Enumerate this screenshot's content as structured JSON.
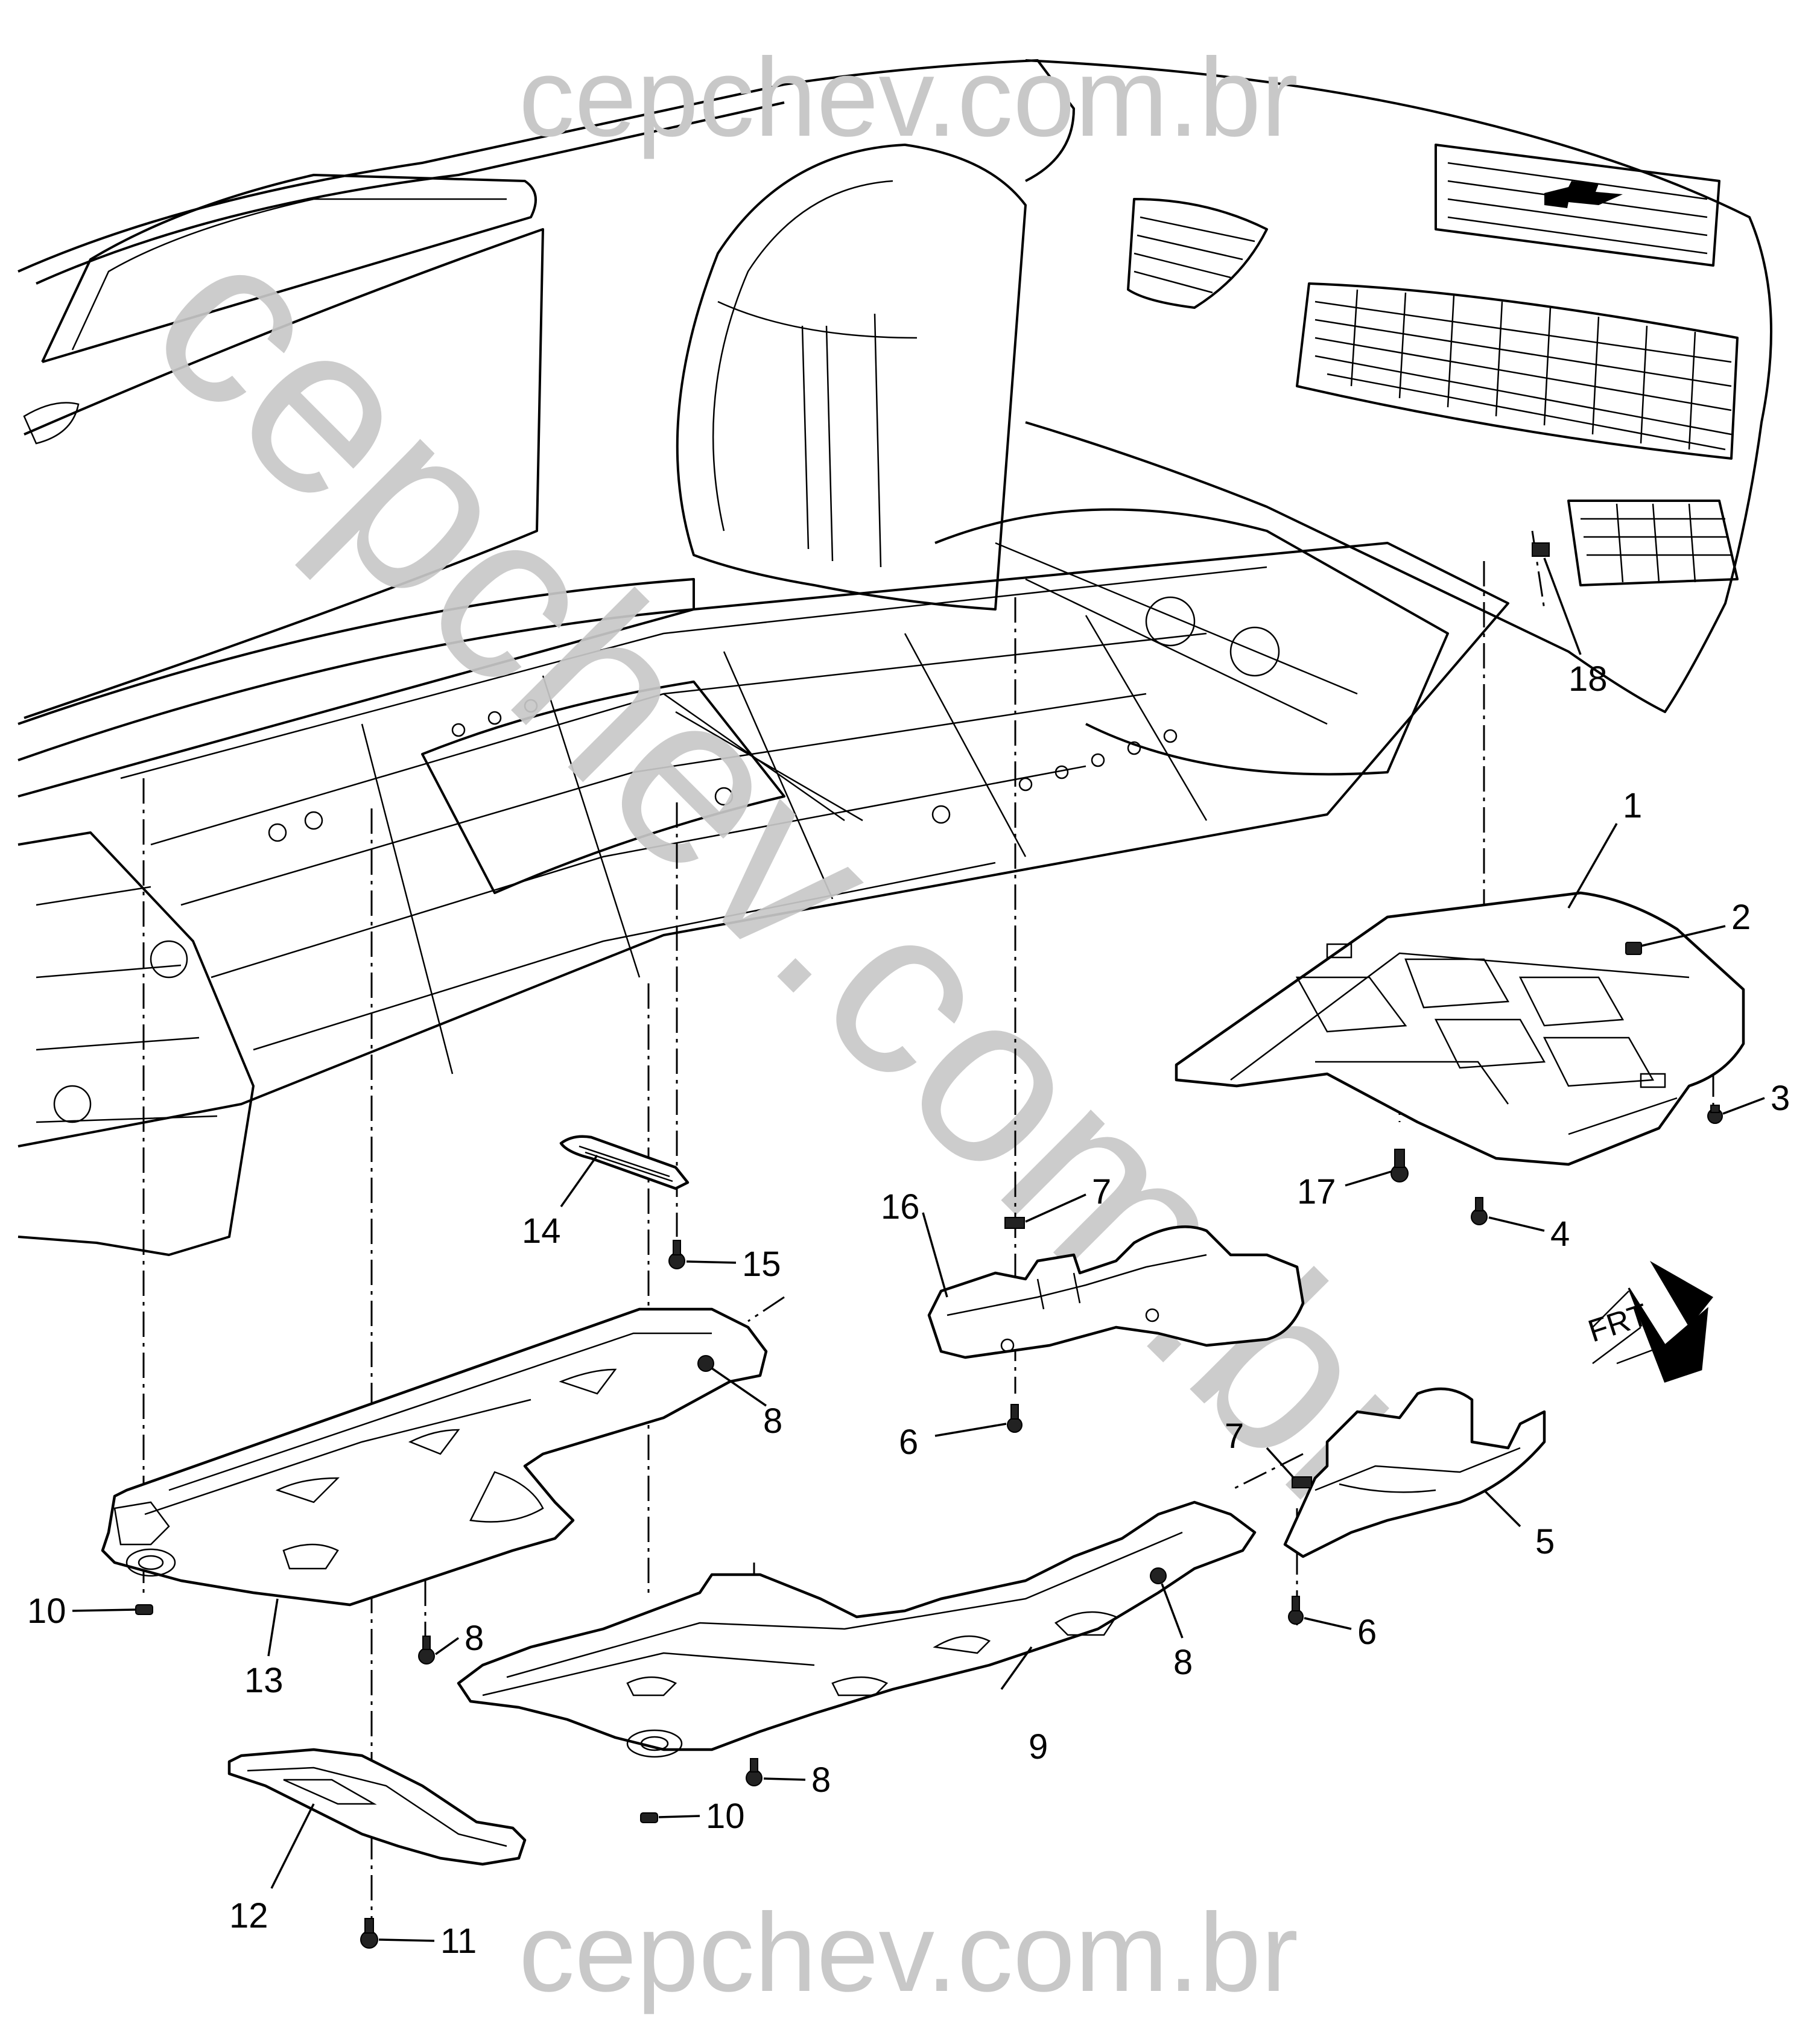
{
  "watermark": {
    "top": "cepchev.com.br",
    "bottom": "cepchev.com.br",
    "diagonal": "cepchev.com.br",
    "color": "#c8c8c8"
  },
  "orientation": {
    "label": "FRT",
    "icon": "front-direction-arrow-icon"
  },
  "callouts": [
    {
      "id": "1",
      "text": "1"
    },
    {
      "id": "2",
      "text": "2"
    },
    {
      "id": "3",
      "text": "3"
    },
    {
      "id": "4",
      "text": "4"
    },
    {
      "id": "5",
      "text": "5"
    },
    {
      "id": "6a",
      "text": "6"
    },
    {
      "id": "6b",
      "text": "6"
    },
    {
      "id": "7a",
      "text": "7"
    },
    {
      "id": "7b",
      "text": "7"
    },
    {
      "id": "8a",
      "text": "8"
    },
    {
      "id": "8b",
      "text": "8"
    },
    {
      "id": "8c",
      "text": "8"
    },
    {
      "id": "8d",
      "text": "8"
    },
    {
      "id": "9",
      "text": "9"
    },
    {
      "id": "10a",
      "text": "10"
    },
    {
      "id": "10b",
      "text": "10"
    },
    {
      "id": "11",
      "text": "11"
    },
    {
      "id": "12",
      "text": "12"
    },
    {
      "id": "13",
      "text": "13"
    },
    {
      "id": "14",
      "text": "14"
    },
    {
      "id": "15",
      "text": "15"
    },
    {
      "id": "16",
      "text": "16"
    },
    {
      "id": "17",
      "text": "17"
    },
    {
      "id": "18",
      "text": "18"
    }
  ]
}
